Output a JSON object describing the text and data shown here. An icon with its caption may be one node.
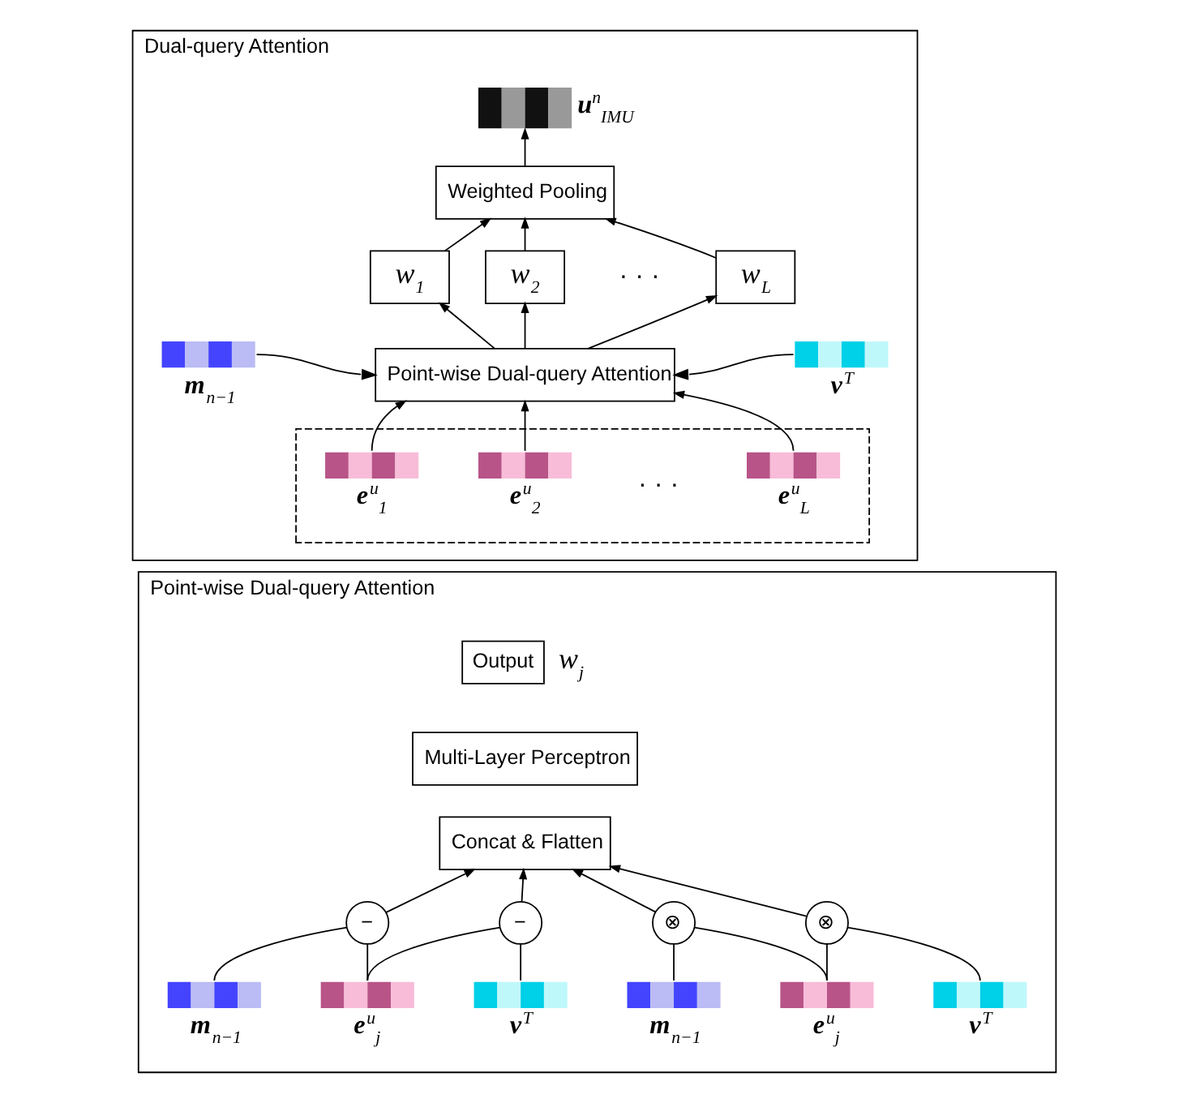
{
  "diagram": {
    "nodes": [
      {
        "text": [
          "Dual-query Attention"
        ]
      },
      {
        "text": [
          "**u**$^{n}$$_{IMU}$"
        ],
        "in": 0
      },
      {
        "text": [
          "Weighted Pooling"
        ],
        "in": 0
      },
      {
        "text": [
          "w$_{1}$"
        ],
        "in": 0
      },
      {
        "text": [
          "w$_{2}$"
        ],
        "in": 0
      },
      {
        "text": [
          "w$_{L}$"
        ],
        "in": 0
      },
      {
        "text": [
          "Point-wise Dual-query Attention"
        ],
        "in": 0
      },
      {
        "text": [
          "**m**$_{n−1}$"
        ],
        "in": 0
      },
      {
        "text": [
          "**v**$^{T}$"
        ],
        "in": 0
      },
      {
        "text": [],
        "shape": "box",
        "in": 0
      },
      {
        "text": [
          "**e**$^{u}$$_{1}$"
        ],
        "in": 9
      },
      {
        "text": [
          "**e**$^{u}$$_{2}$"
        ],
        "in": 9
      },
      {
        "text": [
          "**e**$^{u}$$_{L}$"
        ],
        "in": 9
      },
      {
        "text": [
          "Point-wise Dual-query Attention"
        ]
      },
      {
        "text": [
          "Output"
        ],
        "beside": [
          "w$_{j}$"
        ],
        "in": 13
      },
      {
        "text": [
          "Multi-Layer Perceptron"
        ],
        "in": 13
      },
      {
        "text": [
          "Concat & Flatten"
        ],
        "in": 13
      },
      {
        "text": [
          "−"
        ],
        "in": 13
      },
      {
        "text": [
          "−"
        ],
        "in": 13
      },
      {
        "text": [
          "⊗"
        ],
        "in": 13
      },
      {
        "text": [
          "⊗"
        ],
        "in": 13
      },
      {
        "text": [
          "**m**$_{n−1}$"
        ],
        "in": 13
      },
      {
        "text": [
          "**e**$^{u}$$_{j}$"
        ],
        "in": 13
      },
      {
        "text": [
          "**v**$^{T}$"
        ],
        "in": 13
      },
      {
        "text": [
          "**m**$_{n−1}$"
        ],
        "in": 13
      },
      {
        "text": [
          "**e**$^{u}$$_{j}$"
        ],
        "in": 13
      },
      {
        "text": [
          "**v**$^{T}$"
        ],
        "in": 13
      }
    ],
    "edges": [
      {
        "from": 2,
        "to": 1,
        "arrow": "to"
      },
      {
        "from": 3,
        "to": 2,
        "arrow": "to"
      },
      {
        "from": 4,
        "to": 2,
        "arrow": "to"
      },
      {
        "from": 5,
        "to": 2,
        "arrow": "to"
      },
      {
        "from": 6,
        "to": 3,
        "arrow": "to"
      },
      {
        "from": 6,
        "to": 4,
        "arrow": "to"
      },
      {
        "from": 6,
        "to": 5,
        "arrow": "to"
      },
      {
        "from": 7,
        "to": 6,
        "arrow": "to"
      },
      {
        "from": 8,
        "to": 6,
        "arrow": "to"
      },
      {
        "from": 10,
        "to": 6,
        "arrow": "to"
      },
      {
        "from": 11,
        "to": 6,
        "arrow": "to"
      },
      {
        "from": 12,
        "to": 6,
        "arrow": "to"
      },
      {
        "from": 17,
        "to": 16,
        "arrow": "to"
      },
      {
        "from": 18,
        "to": 16,
        "arrow": "to"
      },
      {
        "from": 19,
        "to": 16,
        "arrow": "to"
      },
      {
        "from": 20,
        "to": 16,
        "arrow": "to"
      },
      {
        "from": 21,
        "to": 17,
        "arrow": "none"
      },
      {
        "from": 22,
        "to": 17,
        "arrow": "none"
      },
      {
        "from": 22,
        "to": 18,
        "arrow": "none"
      },
      {
        "from": 23,
        "to": 18,
        "arrow": "none"
      },
      {
        "from": 24,
        "to": 19,
        "arrow": "none"
      },
      {
        "from": 25,
        "to": 19,
        "arrow": "none"
      },
      {
        "from": 25,
        "to": 20,
        "arrow": "none"
      },
      {
        "from": 26,
        "to": 20,
        "arrow": "none"
      }
    ],
    "labels": [
      "· · ·",
      "· · ·"
    ]
  }
}
